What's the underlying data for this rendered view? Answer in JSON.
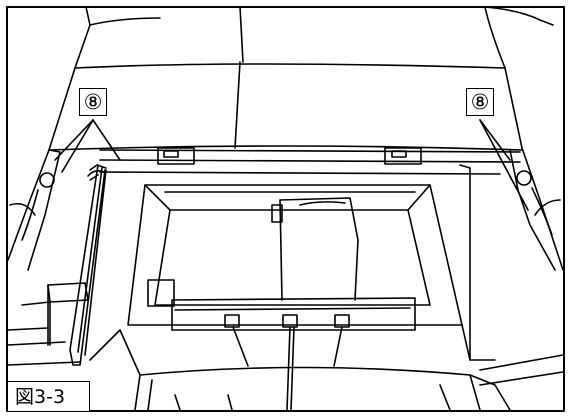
{
  "figure": {
    "caption": "図3-3",
    "callouts": [
      {
        "label": "⑧"
      },
      {
        "label": "⑧"
      }
    ]
  }
}
